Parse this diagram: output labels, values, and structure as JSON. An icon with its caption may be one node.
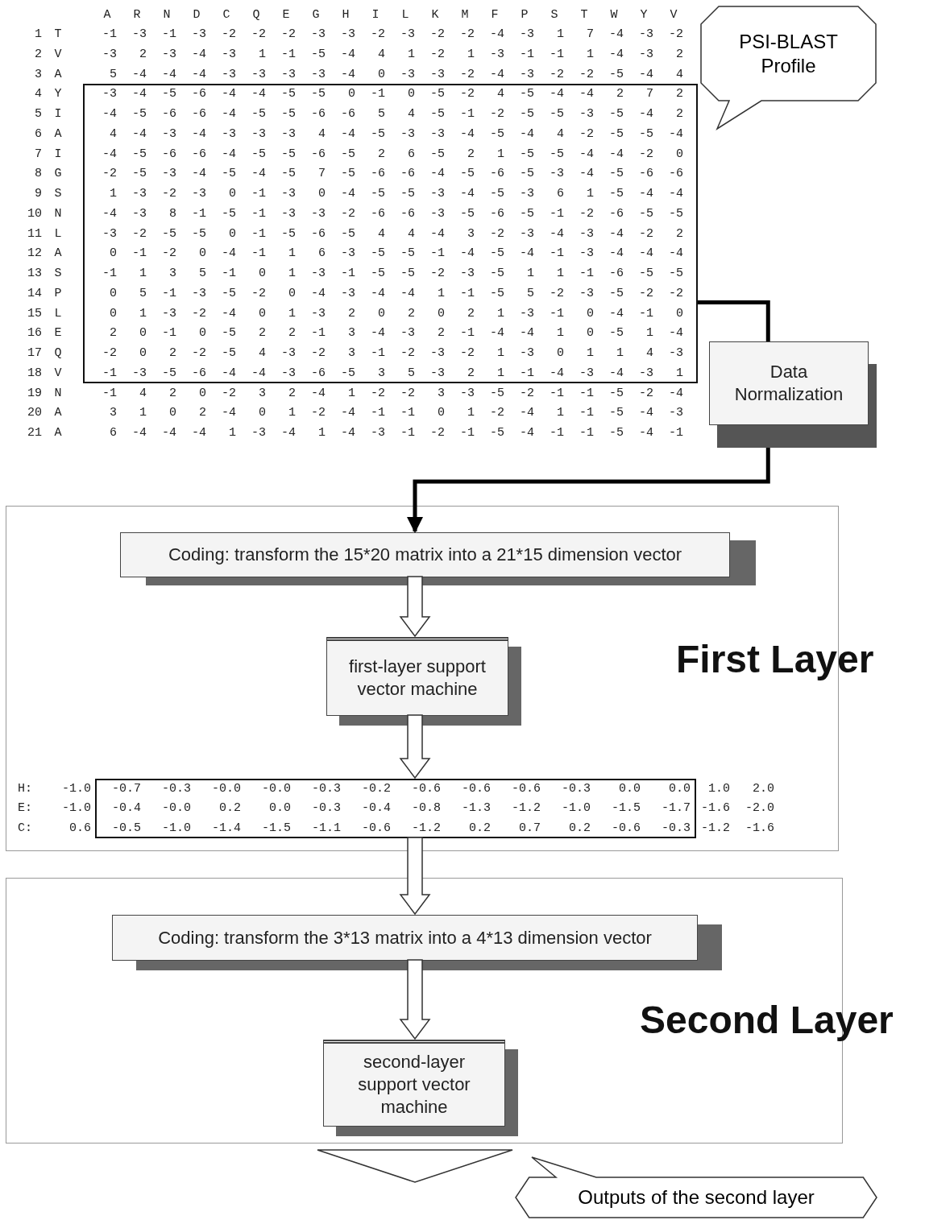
{
  "diagram": {
    "nodes": [
      {
        "text": [],
        "shape": "box"
      },
      {
        "text": [
          "PSI-BLAST Profile"
        ]
      },
      {
        "text": [
          "Data Normalization"
        ]
      },
      {
        "text": [
          "First Layer"
        ]
      },
      {
        "text": [
          "Coding: transform the 15*20 matrix into a 21*15 dimension vector"
        ],
        "in": 3
      },
      {
        "text": [
          "first-layer support vector machine"
        ],
        "in": 3
      },
      {
        "text": [],
        "shape": "box",
        "in": 3
      },
      {
        "text": [
          "Second Layer"
        ]
      },
      {
        "text": [
          "Coding: transform the 3*13 matrix into a 4*13 dimension vector"
        ],
        "in": 7
      },
      {
        "text": [
          "second-layer support vector machine"
        ],
        "in": 7
      },
      {
        "text": [
          "Outputs of the second layer"
        ]
      }
    ],
    "edges": [
      {
        "from": 0,
        "to": 2,
        "arrow": "none"
      },
      {
        "from": 2,
        "to": 4,
        "arrow": "to"
      },
      {
        "from": 4,
        "to": 5,
        "arrow": "to"
      },
      {
        "from": 5,
        "to": 6,
        "arrow": "to"
      },
      {
        "from": 6,
        "to": 8,
        "arrow": "to"
      },
      {
        "from": 8,
        "to": 9,
        "arrow": "to"
      },
      {
        "from": 9,
        "to": null,
        "arrow": "to"
      }
    ],
    "labels": [
      "A",
      "R",
      "N",
      "D",
      "C",
      "Q",
      "E",
      "G",
      "H",
      "I",
      "L",
      "K",
      "M",
      "F",
      "P",
      "S",
      "T",
      "W",
      "Y",
      "V",
      "1",
      "T",
      "-1",
      "-3",
      "-1",
      "-3",
      "-2",
      "-2",
      "-2",
      "-3",
      "-3",
      "-2",
      "-3",
      "-2",
      "-2",
      "-4",
      "-3",
      "1",
      "7",
      "-4",
      "-3",
      "-2",
      "2",
      "V",
      "-3",
      "2",
      "-3",
      "-4",
      "-3",
      "1",
      "-1",
      "-5",
      "-4",
      "4",
      "1",
      "-2",
      "1",
      "-3",
      "-1",
      "-1",
      "1",
      "-4",
      "-3",
      "2",
      "3",
      "A",
      "5",
      "-4",
      "-4",
      "-4",
      "-3",
      "-3",
      "-3",
      "-3",
      "-4",
      "0",
      "-3",
      "-3",
      "-2",
      "-4",
      "-3",
      "-2",
      "-2",
      "-5",
      "-4",
      "4",
      "4",
      "Y",
      "-3",
      "-4",
      "-5",
      "-6",
      "-4",
      "-4",
      "-5",
      "-5",
      "0",
      "-1",
      "0",
      "-5",
      "-2",
      "4",
      "-5",
      "-4",
      "-4",
      "2",
      "7",
      "2",
      "5",
      "I",
      "-4",
      "-5",
      "-6",
      "-6",
      "-4",
      "-5",
      "-5",
      "-6",
      "-6",
      "5",
      "4",
      "-5",
      "-1",
      "-2",
      "-5",
      "-5",
      "-3",
      "-5",
      "-4",
      "2",
      "6",
      "A",
      "4",
      "-4",
      "-3",
      "-4",
      "-3",
      "-3",
      "-3",
      "4",
      "-4",
      "-5",
      "-3",
      "-3",
      "-4",
      "-5",
      "-4",
      "4",
      "-2",
      "-5",
      "-5",
      "-4",
      "7",
      "I",
      "-4",
      "-5",
      "-6",
      "-6",
      "-4",
      "-5",
      "-5",
      "-6",
      "-5",
      "2",
      "6",
      "-5",
      "2",
      "1",
      "-5",
      "-5",
      "-4",
      "-4",
      "-2",
      "0",
      "8",
      "G",
      "-2",
      "-5",
      "-3",
      "-4",
      "-5",
      "-4",
      "-5",
      "7",
      "-5",
      "-6",
      "-6",
      "-4",
      "-5",
      "-6",
      "-5",
      "-3",
      "-4",
      "-5",
      "-6",
      "-6",
      "9",
      "S",
      "1",
      "-3",
      "-2",
      "-3",
      "0",
      "-1",
      "-3",
      "0",
      "-4",
      "-5",
      "-5",
      "-3",
      "-4",
      "-5",
      "-3",
      "6",
      "1",
      "-5",
      "-4",
      "-4",
      "10",
      "N",
      "-4",
      "-3",
      "8",
      "-1",
      "-5",
      "-1",
      "-3",
      "-3",
      "-2",
      "-6",
      "-6",
      "-3",
      "-5",
      "-6",
      "-5",
      "-1",
      "-2",
      "-6",
      "-5",
      "-5",
      "11",
      "L",
      "-3",
      "-2",
      "-5",
      "-5",
      "0",
      "-1",
      "-5",
      "-6",
      "-5",
      "4",
      "4",
      "-4",
      "3",
      "-2",
      "-3",
      "-4",
      "-3",
      "-4",
      "-2",
      "2",
      "12",
      "A",
      "0",
      "-1",
      "-2",
      "0",
      "-4",
      "-1",
      "1",
      "6",
      "-3",
      "-5",
      "-5",
      "-1",
      "-4",
      "-5",
      "-4",
      "-1",
      "-3",
      "-4",
      "-4",
      "-4",
      "13",
      "S",
      "-1",
      "1",
      "3",
      "5",
      "-1",
      "0",
      "1",
      "-3",
      "-1",
      "-5",
      "-5",
      "-2",
      "-3",
      "-5",
      "1",
      "1",
      "-1",
      "-6",
      "-5",
      "-5",
      "14",
      "P",
      "0",
      "5",
      "-1",
      "-3",
      "-5",
      "-2",
      "0",
      "-4",
      "-3",
      "-4",
      "-4",
      "1",
      "-1",
      "-5",
      "5",
      "-2",
      "-3",
      "-5",
      "-2",
      "-2",
      "15",
      "L",
      "0",
      "1",
      "-3",
      "-2",
      "-4",
      "0",
      "1",
      "-3",
      "2",
      "0",
      "2",
      "0",
      "2",
      "1",
      "-3",
      "-1",
      "0",
      "-4",
      "-1",
      "0",
      "16",
      "E",
      "2",
      "0",
      "-1",
      "0",
      "-5",
      "2",
      "2",
      "-1",
      "3",
      "-4",
      "-3",
      "2",
      "-1",
      "-4",
      "-4",
      "1",
      "0",
      "-5",
      "1",
      "-4",
      "17",
      "Q",
      "-2",
      "0",
      "2",
      "-2",
      "-5",
      "4",
      "-3",
      "-2",
      "3",
      "-1",
      "-2",
      "-3",
      "-2",
      "1",
      "-3",
      "0",
      "1",
      "1",
      "4",
      "-3",
      "18",
      "V",
      "-1",
      "-3",
      "-5",
      "-6",
      "-4",
      "-4",
      "-3",
      "-6",
      "-5",
      "3",
      "5",
      "-3",
      "2",
      "1",
      "-1",
      "-4",
      "-3",
      "-4",
      "-3",
      "1",
      "19",
      "N",
      "-1",
      "4",
      "2",
      "0",
      "-2",
      "3",
      "2",
      "-4",
      "1",
      "-2",
      "-2",
      "3",
      "-3",
      "-5",
      "-2",
      "-1",
      "-1",
      "-5",
      "-2",
      "-4",
      "20",
      "A",
      "3",
      "1",
      "0",
      "2",
      "-4",
      "0",
      "1",
      "-2",
      "-4",
      "-1",
      "-1",
      "0",
      "1",
      "-2",
      "-4",
      "1",
      "-1",
      "-5",
      "-4",
      "-3",
      "21",
      "A",
      "6",
      "-4",
      "-4",
      "-4",
      "1",
      "-3",
      "-4",
      "1",
      "-4",
      "-3",
      "-1",
      "-2",
      "-1",
      "-5",
      "-4",
      "-1",
      "-1",
      "-5",
      "-4",
      "-1",
      "H:",
      "-1.0",
      "-0.7",
      "-0.3",
      "-0.0",
      "-0.0",
      "-0.3",
      "-0.2",
      "-0.6",
      "-0.6",
      "-0.6",
      "-0.3",
      "0.0",
      "0.0",
      "1.0",
      "2.0",
      "E:",
      "-1.0",
      "-0.4",
      "-0.0",
      "0.2",
      "0.0",
      "-0.3",
      "-0.4",
      "-0.8",
      "-1.3",
      "-1.2",
      "-1.0",
      "-1.5",
      "-1.7",
      "-1.6",
      "-2.0",
      "C:",
      "0.6",
      "-0.5",
      "-1.0",
      "-1.4",
      "-1.5",
      "-1.1",
      "-0.6",
      "-1.2",
      "0.2",
      "0.7",
      "0.2",
      "-0.6",
      "-0.3",
      "-1.2",
      "-1.6"
    ]
  }
}
